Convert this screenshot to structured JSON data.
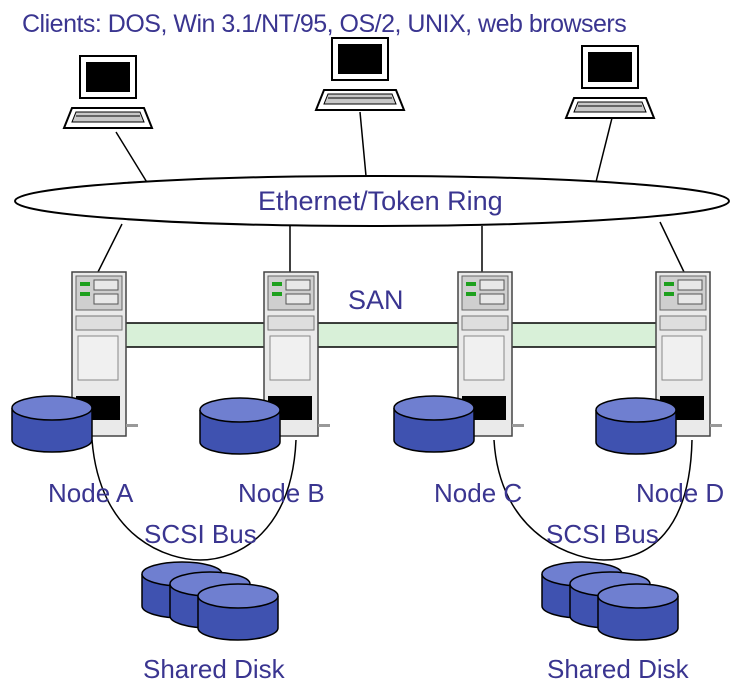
{
  "title": "Clients: DOS, Win 3.1/NT/95, OS/2, UNIX, web browsers",
  "network": {
    "label": "Ethernet/Token Ring"
  },
  "san": {
    "label": "SAN"
  },
  "nodes": [
    {
      "label": "Node A"
    },
    {
      "label": "Node B"
    },
    {
      "label": "Node C"
    },
    {
      "label": "Node D"
    }
  ],
  "buses": [
    {
      "label": "SCSI Bus"
    },
    {
      "label": "SCSI Bus"
    }
  ],
  "shared_disks": [
    {
      "label": "Shared Disk"
    },
    {
      "label": "Shared Disk"
    }
  ],
  "colors": {
    "text": "#3a3590",
    "disk_fill": "#3f52b0",
    "disk_top": "#6f7fd0",
    "san_link": "#d8f0d8",
    "server_body": "#e8e8e8"
  },
  "icons": {
    "client": "laptop-icon",
    "server": "server-tower-icon",
    "disk": "disk-cylinder-icon"
  }
}
